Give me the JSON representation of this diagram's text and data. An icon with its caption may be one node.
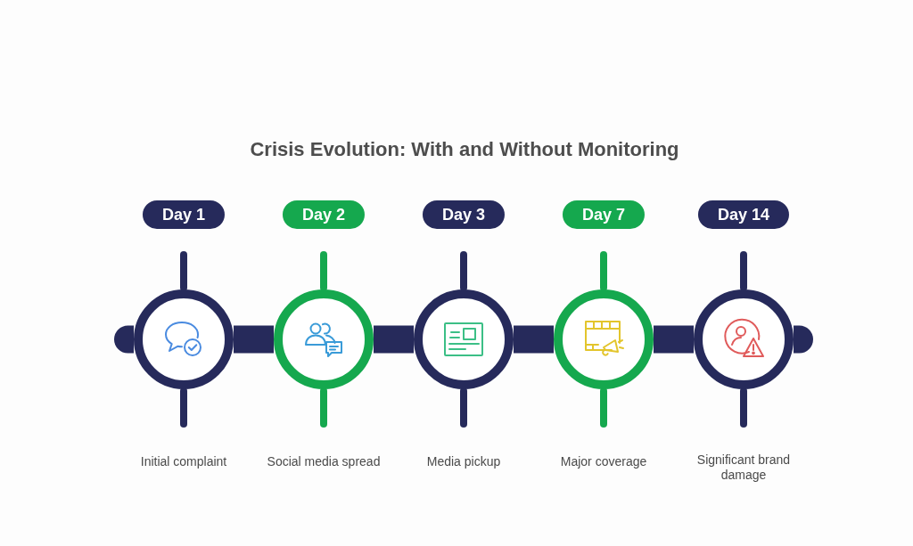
{
  "diagram": {
    "title": "Crisis Evolution: With and Without Monitoring",
    "nodes": [
      {
        "text": [
          "Day 1"
        ]
      },
      {
        "text": [
          "Day 2"
        ]
      },
      {
        "text": [
          "Day 3"
        ]
      },
      {
        "text": [
          "Day 7"
        ]
      },
      {
        "text": [
          "Day 14"
        ]
      },
      {
        "text": [],
        "shape": "circle"
      },
      {
        "text": [],
        "shape": "circle"
      },
      {
        "text": [],
        "shape": "circle"
      },
      {
        "text": [],
        "shape": "circle"
      },
      {
        "text": [],
        "shape": "circle"
      }
    ],
    "edges": [
      {
        "from": 5,
        "to": 6,
        "arrow": "none"
      },
      {
        "from": 6,
        "to": 7,
        "arrow": "none"
      },
      {
        "from": 7,
        "to": 8,
        "arrow": "none"
      },
      {
        "from": 8,
        "to": 9,
        "arrow": "none"
      }
    ],
    "labels": [
      "Initial complaint",
      "Social media spread",
      "Media pickup",
      "Major coverage",
      "Significant brand damage"
    ]
  }
}
